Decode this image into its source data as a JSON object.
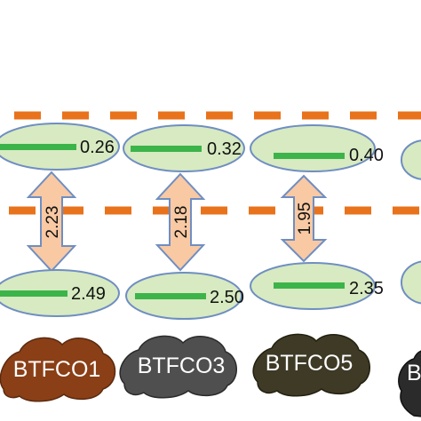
{
  "colors": {
    "dash": "#e8731c",
    "ellipse_fill": "#d7eac1",
    "ellipse_stroke": "#6f8ec2",
    "level_bar": "#3cb44a",
    "arrow_fill": "#f8c9a3",
    "arrow_stroke": "#6f8ec2"
  },
  "samples": [
    {
      "name": "BTFCO1",
      "top_value": "0.26",
      "gap": "2.23",
      "bottom_value": "2.49",
      "cloud_color": "#8a3f16"
    },
    {
      "name": "BTFCO3",
      "top_value": "0.32",
      "gap": "2.18",
      "bottom_value": "2.50",
      "cloud_color": "#4f4f4f"
    },
    {
      "name": "BTFCO5",
      "top_value": "0.40",
      "gap": "1.95",
      "bottom_value": "2.35",
      "cloud_color": "#3e3a26"
    },
    {
      "name": "B",
      "top_value": "",
      "gap": "",
      "bottom_value": "",
      "cloud_color": "#2b2b2b"
    }
  ]
}
